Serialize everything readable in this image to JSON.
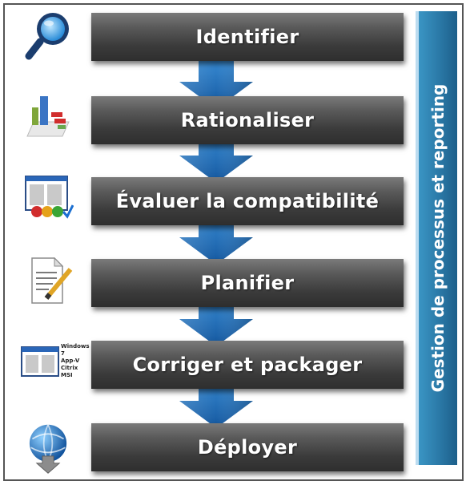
{
  "steps": [
    {
      "label": "Identifier",
      "icon": "magnifier-icon"
    },
    {
      "label": "Rationaliser",
      "icon": "bar-chart-icon"
    },
    {
      "label": "Évaluer la compatibilité",
      "icon": "compatibility-window-icon"
    },
    {
      "label": "Planifier",
      "icon": "document-pencil-icon"
    },
    {
      "label": "Corriger et packager",
      "icon": "package-window-icon"
    },
    {
      "label": "Déployer",
      "icon": "globe-download-icon"
    }
  ],
  "package_icon_labels": [
    "Windows 7",
    "App-V",
    "Citrix",
    "MSI"
  ],
  "side_panel": {
    "label": "Gestion de processus et reporting"
  },
  "colors": {
    "step_dark": "#3a3a3a",
    "arrow_blue": "#1f6fbf",
    "panel_blue": "#2a78a6",
    "frame": "#555555"
  }
}
